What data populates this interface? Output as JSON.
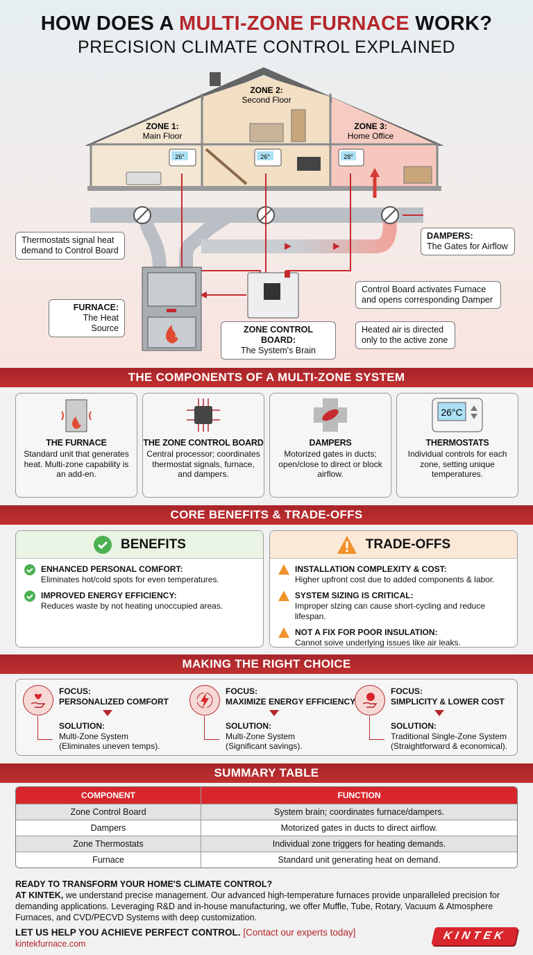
{
  "header": {
    "title_pre": "HOW DOES A ",
    "title_accent": "MULTI-ZONE FURNACE",
    "title_post": " WORK?",
    "subtitle": "PRECISION CLIMATE CONTROL EXPLAINED"
  },
  "diagram": {
    "zones": [
      {
        "title": "ZONE 1:",
        "name": "Main Floor",
        "temp": "26°"
      },
      {
        "title": "ZONE 2:",
        "name": "Second Floor",
        "temp": "26°"
      },
      {
        "title": "ZONE 3:",
        "name": "Home Office",
        "temp": "28°"
      }
    ],
    "callouts": {
      "thermostats": "Thermostats signal heat demand to Control Board",
      "dampers_title": "DAMPERS:",
      "dampers_text": "The Gates for Airflow",
      "furnace_title": "FURNACE:",
      "furnace_text": "The Heat Source",
      "activates": "Control Board activates Furnace and opens corresponding Damper",
      "board_title": "ZONE CONTROL BOARD:",
      "board_text": "The System's Brain",
      "heated": "Heated air is directed only to the active zone"
    }
  },
  "components": {
    "heading": "THE COMPONENTS OF A MULTI-ZONE SYSTEM",
    "cards": [
      {
        "icon": "furnace-icon",
        "title": "THE FURNACE",
        "text": "Standard unit that generates heat. Multi-zone capability is an add-en."
      },
      {
        "icon": "circuit-chip-icon",
        "title": "THE ZONE CONTROL BOARD",
        "text": "Central processor; coordinates thermostat signals, furnace, and dampers."
      },
      {
        "icon": "damper-icon",
        "title": "DAMPERS",
        "text": "Motorized gates in ducts; open/close to direct or block airflow."
      },
      {
        "icon": "thermostat-icon",
        "title": "THERMOSTATS",
        "text": "Individual controls for each zone, setting unique temperatures.",
        "reading": "26°C"
      }
    ]
  },
  "benefits": {
    "heading": "CORE BENEFITS & TRADE-OFFS",
    "benefits_title": "BENEFITS",
    "benefits": [
      {
        "title": "ENHANCED PERSONAL COMFORT:",
        "text": "Eliminates hot/cold spots for even temperatures."
      },
      {
        "title": "IMPROVED ENERGY EFFICIENCY:",
        "text": "Reduces waste by not heating unoccupied areas."
      }
    ],
    "tradeoffs_title": "TRADE-OFFS",
    "tradeoffs": [
      {
        "title": "INSTALLATION COMPLEXITY & COST:",
        "text": "Higher upfront cost due to added components & labor."
      },
      {
        "title": "SYSTEM SIZING IS CRITICAL:",
        "text": "Improper slzing can cause short-cycling and reduce lifespan."
      },
      {
        "title": "NOT A FIX FOR POOR INSULATION:",
        "text": "Cannot soive underlying issues like air leaks."
      }
    ],
    "colors": {
      "benefit": "#4caf50",
      "tradeoff": "#f0922b"
    }
  },
  "choice": {
    "heading": "MAKING THE RIGHT CHOICE",
    "items": [
      {
        "icon": "heart-hand-icon",
        "focus_label": "FOCUS:",
        "focus": "PERSONALIZED COMFORT",
        "solution_label": "SOLUTION:",
        "solution": "Multi-Zone System",
        "note": "(Eliminates uneven temps)."
      },
      {
        "icon": "energy-bolt-icon",
        "focus_label": "FOCUS:",
        "focus": "MAXIMIZE ENERGY EFFICIENCY",
        "solution_label": "SOLUTION:",
        "solution": "Multi-Zone System",
        "note": "(Significant savings)."
      },
      {
        "icon": "coin-hand-icon",
        "focus_label": "FOCUS:",
        "focus": "SIMPLICITY & LOWER COST",
        "solution_label": "SOLUTION:",
        "solution": "Traditional Single-Zone System",
        "note": "(Straightforward & economical)."
      }
    ]
  },
  "summary": {
    "heading": "SUMMARY TABLE",
    "columns": [
      "COMPONENT",
      "FUNCTION"
    ],
    "rows": [
      [
        "Zone Control Board",
        "System brain; coordinates furnace/dampers."
      ],
      [
        "Dampers",
        "Motorized gates in ducts to direct airflow."
      ],
      [
        "Zone Thermostats",
        "Individual zone triggers for heating demands."
      ],
      [
        "Furnace",
        "Standard unit generating heat on demand."
      ]
    ]
  },
  "footer": {
    "heading": "READY TO TRANSFORM YOUR HOME'S CLIMATE CONTROL?",
    "lead": "AT KINTEK,",
    "body": " we understand precise management. Our advanced high-temperature furnaces provide unparalleled precision for demanding applications. Leveraging R&D and in-house manufacturing, we offer Muffle, Tube, Rotary, Vacuum & Atmosphere Furnaces, and CVD/PECVD Systems with deep customization.",
    "cta": "LET US HELP YOU ACHIEVE PERFECT CONTROL.",
    "contact": "[Contact our experts today]",
    "url": "kintekfurnace.com",
    "logo": "KINTEK"
  },
  "colors": {
    "brand_red": "#b5262b",
    "table_header": "#d8262c"
  }
}
